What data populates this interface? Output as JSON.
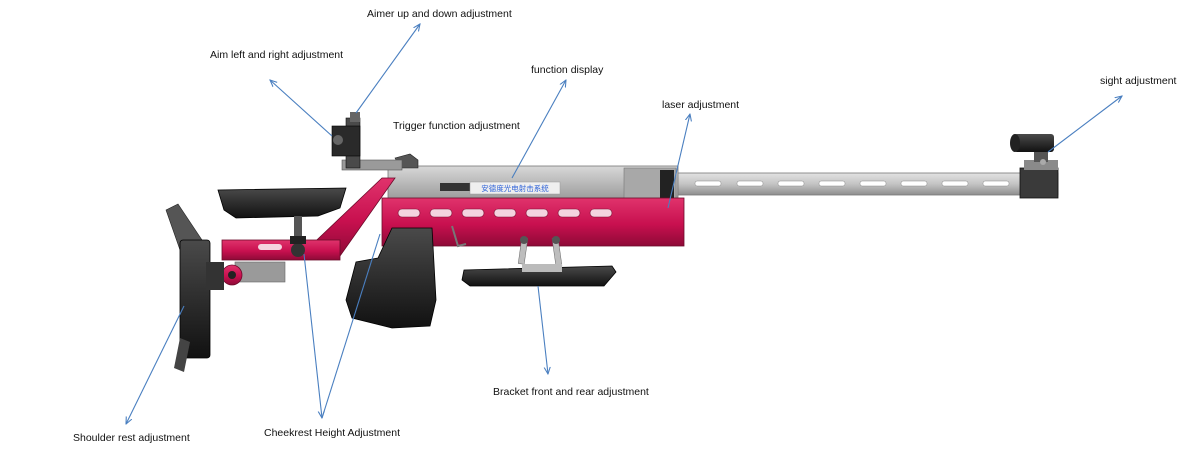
{
  "diagram": {
    "colors": {
      "arrow": "#4a7fc0",
      "stock_accent": "#c8104f",
      "metal": "#b8b8b8",
      "rubber": "#1a1a1a",
      "display_text": "#2f63d8"
    },
    "display_text": "安德度光电射击系统",
    "labels": {
      "aimer_up_down": "Aimer up and down adjustment",
      "aim_left_right": "Aim left and right adjustment",
      "function_display": "function display",
      "trigger_function": "Trigger function adjustment",
      "laser": "laser adjustment",
      "sight": "sight adjustment",
      "shoulder_rest": "Shoulder rest adjustment",
      "cheekrest_height": "Cheekrest Height Adjustment",
      "bracket": "Bracket front and rear adjustment"
    }
  }
}
